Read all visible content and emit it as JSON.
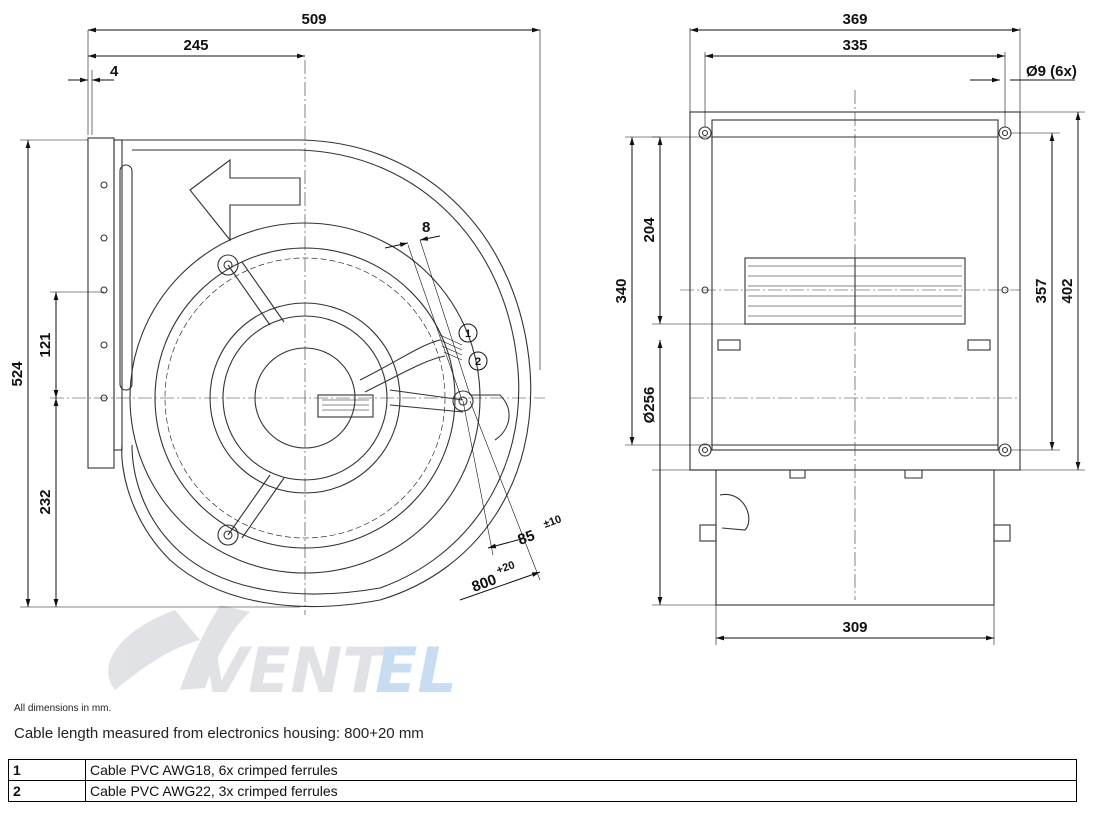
{
  "dimensions": {
    "width_overall": "509",
    "to_center": "245",
    "flange_offset": "4",
    "height_overall": "524",
    "upper_to_axis": "121",
    "lower_from_axis": "232",
    "cable_angle": "8",
    "cable_label_1": "1",
    "cable_label_2": "2",
    "cable_offset": "85",
    "cable_offset_tol": "±10",
    "cable_length": "800",
    "cable_length_tol": "+20",
    "side_width_overall": "369",
    "side_width_holes": "335",
    "hole_note": "Ø9 (6x)",
    "side_impeller_height": "204",
    "side_height": "340",
    "side_hole_span": "357",
    "side_height_overall": "402",
    "impeller_diameter": "Ø256",
    "outlet_width": "309"
  },
  "brand": {
    "logo_text": "VENTEL",
    "logo_text_accent": "EL",
    "logo_text_main": "VENT",
    "colors": {
      "main": "#c9ccd1",
      "accent": "#9cc3e6"
    }
  },
  "notes": {
    "units": "All dimensions in mm.",
    "cable": "Cable length measured from electronics housing: 800+20 mm"
  },
  "legend": [
    {
      "num": "1",
      "text": "Cable PVC AWG18, 6x crimped ferrules"
    },
    {
      "num": "2",
      "text": "Cable PVC AWG22, 3x crimped ferrules"
    }
  ]
}
